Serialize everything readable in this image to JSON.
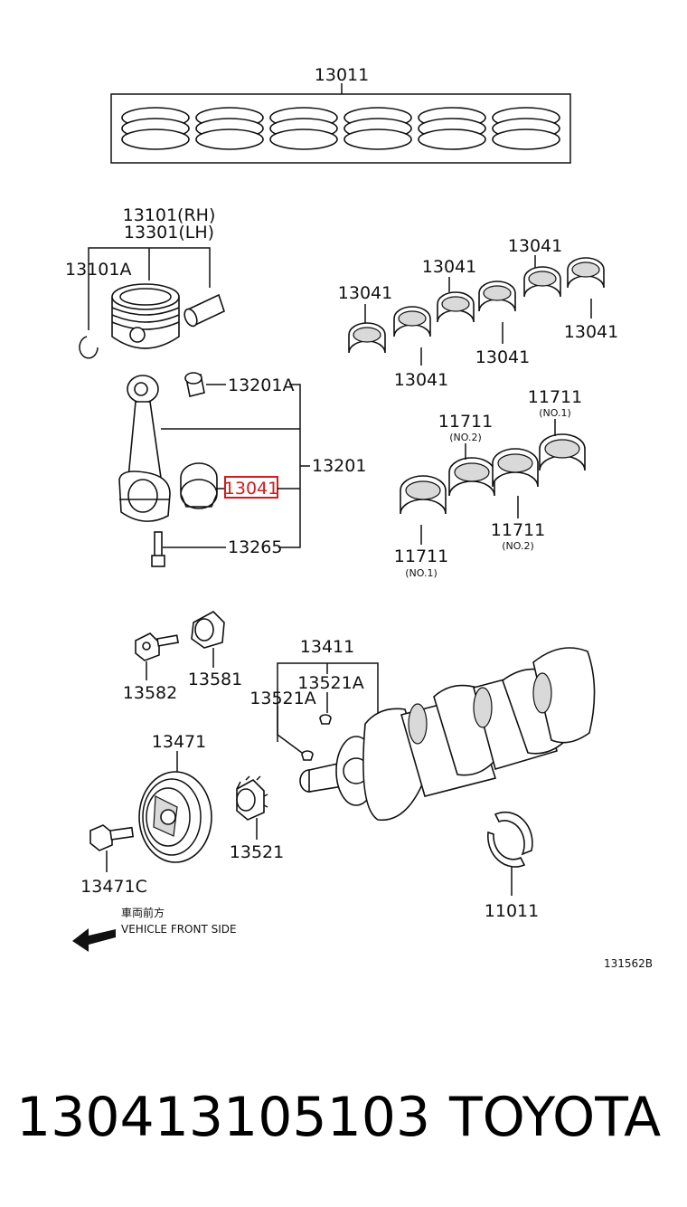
{
  "labels": {
    "ring_set": "13011",
    "piston_rh": "13101(RH)",
    "piston_lh": "13301(LH)",
    "snap_ring": "13101A",
    "pin_bushing": "13201A",
    "conrod": "13201",
    "conrod_bearing_highlight": "13041",
    "conrod_bolt": "13265",
    "bearing_a": "13041",
    "bearing_b": "13041",
    "bearing_c": "13041",
    "bearing_d": "13041",
    "bearing_e": "13041",
    "bearing_f": "13041",
    "main_top_right": "11711",
    "main_top_right_sub": "(NO.1)",
    "main_top_mid": "11711",
    "main_top_mid_sub": "(NO.2)",
    "main_bottom_mid": "11711",
    "main_bottom_mid_sub": "(NO.2)",
    "main_bottom_left": "11711",
    "main_bottom_left_sub": "(NO.1)",
    "crank_sensor_bolt": "13582",
    "crank_sensor_plate": "13581",
    "crankshaft": "13411",
    "key_left": "13521A",
    "key_right": "13521A",
    "pulley": "13471",
    "timing_gear": "13521",
    "pulley_bolt": "13471C",
    "thrust_washer": "11011",
    "front_jp": "車両前方",
    "front_en": "VEHICLE FRONT SIDE",
    "diagram_code": "131562B"
  },
  "footer": {
    "part_number": "130413105103",
    "brand": "TOYOTA"
  },
  "highlight_color": "#d01c1c"
}
